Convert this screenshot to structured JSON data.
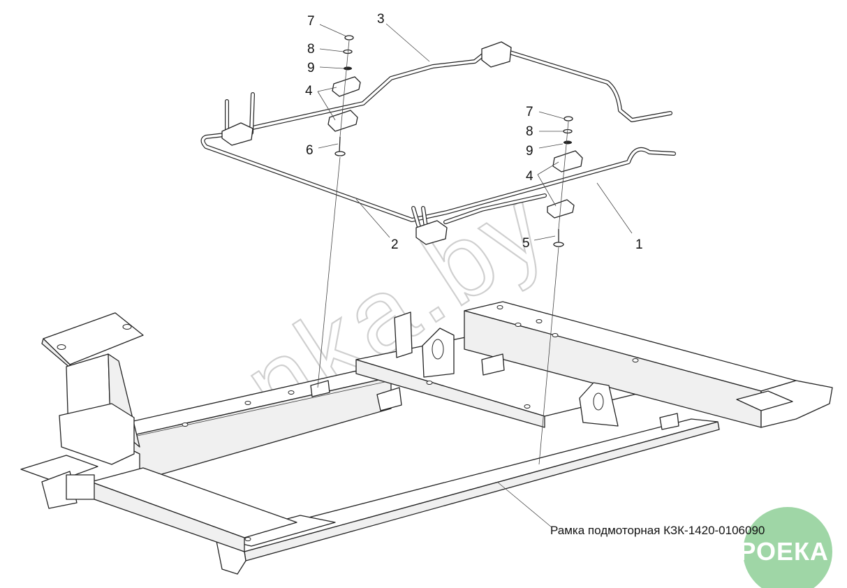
{
  "caption": "Рамка подмоторная КЗК-1420-0106090",
  "watermark": "nka.by",
  "logo": {
    "text": "АГРОЕКА",
    "color": "#9fd6a6"
  },
  "part_labels": {
    "l1": "1",
    "l2": "2",
    "l3": "3",
    "l4a": "4",
    "l4b": "4",
    "l5": "5",
    "l6": "6",
    "l7a": "7",
    "l7b": "7",
    "l8a": "8",
    "l8b": "8",
    "l9a": "9",
    "l9b": "9"
  }
}
